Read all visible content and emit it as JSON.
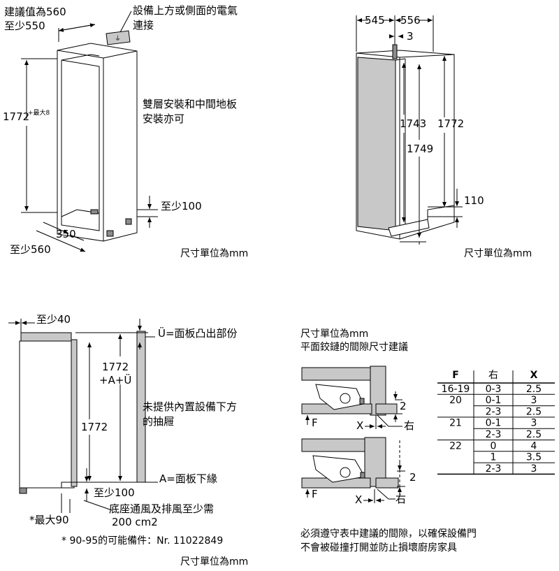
{
  "panel_niche": {
    "rec_width": "建議值為560",
    "min_width": "至少550",
    "outlet_note_line1": "設備上方或側面的電氣",
    "outlet_note_line2": "連接",
    "height": "1772",
    "height_tol": "+最大8",
    "twolevel_line1": "雙層安裝和中間地板",
    "twolevel_line2": "安裝亦可",
    "min_100": "至少100",
    "depth_350": "350",
    "min_560": "至少560",
    "unit": "尺寸單位為mm"
  },
  "panel_side": {
    "d545": "545",
    "d556": "556",
    "d3": "3",
    "h1743": "1743",
    "h1749": "1749",
    "h1772": "1772",
    "h110": "110",
    "unit": "尺寸單位為mm"
  },
  "panel_front": {
    "min40": "至少40",
    "u_label": "Ü=面板凸出部份",
    "h_formula_line1": "1772",
    "h_formula_line2": "+A+Ü",
    "h1772": "1772",
    "note_line1": "未提供內置設備下方",
    "note_line2": "的抽屜",
    "a_label": "A=面板下緣",
    "min100": "至少100",
    "vent_line1": "底座通風及排風至少需",
    "vent_line2": "200 cm2",
    "max90": "*最大90",
    "footnote": "* 90-95的可能備件：Nr. 11022849",
    "unit": "尺寸單位為mm"
  },
  "panel_hinge": {
    "title_line1": "尺寸單位為mm",
    "title_line2": "平面鉸鏈的間隙尺寸建議",
    "label_2_top": "2",
    "label_F_top": "F",
    "label_X_top": "X",
    "label_right_top": "右",
    "label_2_bot": "2",
    "label_F_bot": "F",
    "label_X_bot": "X",
    "label_right_bot": "右",
    "note_line1": "必須遵守表中建議的間隙，以確保設備門",
    "note_line2": "不會被碰撞打開並防止損壞廚房家具"
  },
  "gap_table": {
    "headers": [
      "F",
      "右",
      "X"
    ],
    "rows": [
      [
        "16-19",
        "0-3",
        "2.5"
      ],
      [
        "20",
        "0-1",
        "3"
      ],
      [
        "",
        "2-3",
        "2.5"
      ],
      [
        "21",
        "0-1",
        "3"
      ],
      [
        "",
        "2-3",
        "2.5"
      ],
      [
        "22",
        "0",
        "4"
      ],
      [
        "",
        "1",
        "3.5"
      ],
      [
        "",
        "2-3",
        "3"
      ]
    ]
  }
}
